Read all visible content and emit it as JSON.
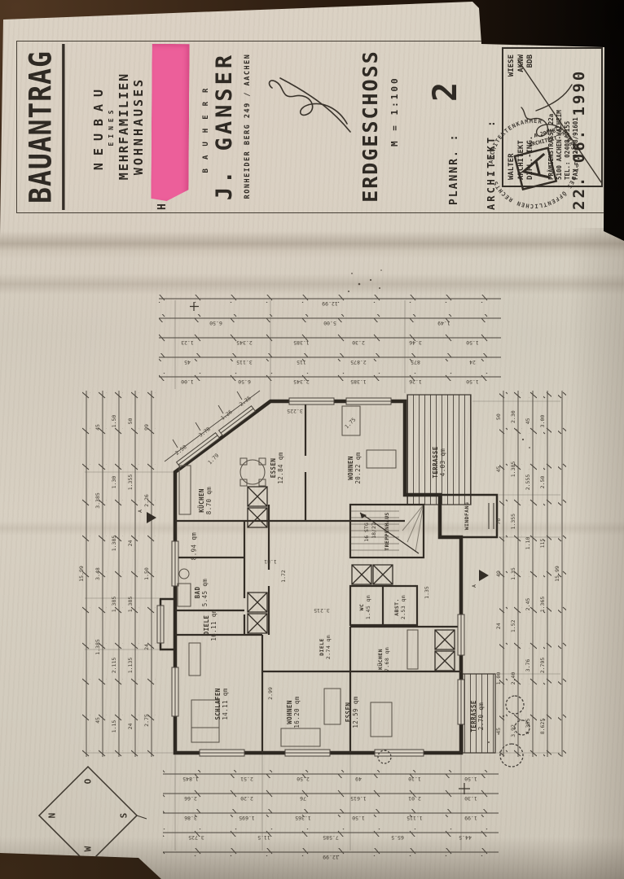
{
  "photo": {
    "background": "#120d09",
    "paper": "#d7d0c2",
    "ink": "#2f2a24",
    "redaction_pink": "#ec5f9a"
  },
  "title_block": {
    "title": "BAUANTRAG",
    "project": {
      "l1": "NEUBAU",
      "l2": "EINES",
      "l3": "MEHRFAMILIEN",
      "l4": "WOHNHAUSES",
      "l5_prefix": "H"
    },
    "client": {
      "label": "BAUHERR",
      "name": "J. GANSER",
      "address": "RONHEIDER BERG 249 / AACHEN"
    },
    "plan_name": "ERDGESCHOSS",
    "scale": "M = 1:100",
    "plannr_label": "PLANNR. :",
    "plannr_value": "2",
    "architect_label": "ARCHITEKT :",
    "architect": {
      "r1l": "WALTER",
      "r1r": "WIESE",
      "r2l": "ARCHITEKT",
      "r2r": "AKNW",
      "r3l": "DIPL.-ING.",
      "r3r": "BDB",
      "street": "PRÄMIENSTRASSE 22a",
      "city": "5100 AACHEN-WALHEIM",
      "tel": "TEL.: 02408/9155",
      "fax": "FAX.: 02408/91601"
    },
    "stamp": {
      "ring": "ARCHITEKTENKAMMER · KÖRPERSCHAFT DES ÖFFENTLICHEN RECHTS ·",
      "inner1": "ARCHITEKT",
      "inner2": "A 20328"
    },
    "date": "22. 06. 1990"
  },
  "compass": {
    "n": "N",
    "e": "O",
    "s": "S",
    "w": "W"
  },
  "plan": {
    "rooms": [
      {
        "name": "SCHLAFEN",
        "area": "14.11 qm"
      },
      {
        "name": "WOHNEN",
        "area": "16.20 qm"
      },
      {
        "name": "ESSEN",
        "area": "12.59 qm"
      },
      {
        "name": "TERRASSE",
        "area": "2.70 qm"
      },
      {
        "name": "DIELE",
        "area": "16.11 qm"
      },
      {
        "name": "BAD",
        "area": "5.45 qm"
      },
      {
        "name": "",
        "area": "8.94 qm"
      },
      {
        "name": "KÜCHEN",
        "area": "8.70 qm"
      },
      {
        "name": "ESSEN",
        "area": "12.84 qm"
      },
      {
        "name": "WOHNEN",
        "area": "20.22 qm"
      },
      {
        "name": "TERRASSE",
        "area": "4.03 qm"
      },
      {
        "name": "DIELE",
        "area": "2.74 qm"
      },
      {
        "name": "KÜCHEN",
        "area": "7.68 qm"
      },
      {
        "name": "WC",
        "area": "1.45 qm"
      },
      {
        "name": "ABST.",
        "area": "2.53 qm"
      },
      {
        "name": "TREPPENHAUS",
        "area": ""
      },
      {
        "name": "WINDFANG",
        "area": ""
      }
    ],
    "stair": "16 STG.",
    "stair2": "18/27",
    "section": "A"
  },
  "dims": {
    "top": [
      [
        "15.99"
      ],
      [
        "45",
        "1.385",
        "3.48",
        "3.385",
        "45"
      ],
      [
        "1.15",
        "2.115",
        "1.385",
        "1.385",
        "1.30",
        "1.50"
      ],
      [
        "24",
        "1.135",
        "1.385",
        "24",
        "1.355",
        "50"
      ],
      [
        "2.75",
        "24",
        "1.50",
        "2.26",
        "99"
      ]
    ],
    "bottom": [
      [
        "45",
        "1.00",
        "24",
        "49",
        "76",
        "45",
        "50"
      ],
      [
        "3.92",
        "2.40",
        "1.52",
        "1.35",
        "1.355",
        "1.385",
        "2.30"
      ],
      [
        "4.365",
        "3.76",
        "2.45",
        "1.10",
        "2.555",
        "45"
      ],
      [
        "8.625",
        "2.795",
        "1.365",
        "115",
        "2.50",
        "3.00"
      ],
      [
        "15.99"
      ]
    ],
    "left": [
      [
        "12.99"
      ],
      [
        "3.725",
        "11.5",
        "7.585",
        "65.5",
        "44.5"
      ],
      [
        "3.86",
        "1.695",
        "1.365",
        "1.50",
        "1.115",
        "1.99"
      ],
      [
        "2.66",
        "2.20",
        "76",
        "1.615",
        "2.01",
        "1.30"
      ],
      [
        "1.845",
        "2.51",
        "2.50",
        "49",
        "1.10",
        "1.50"
      ]
    ],
    "right": [
      [
        "1.00",
        "6.50",
        "2.345",
        "1.385",
        "1.26",
        "1.50"
      ],
      [
        "45",
        "3.115",
        "115",
        "2.875",
        "875",
        "24"
      ],
      [
        "1.23",
        "2.345",
        "1.385",
        "2.30",
        "3.46",
        "1.50"
      ],
      [
        "6.50",
        "5.00",
        "1.49"
      ],
      [
        "12.99"
      ]
    ],
    "diag": [
      "2.50",
      "3.78",
      "1.26",
      "2.35"
    ],
    "inner": [
      "1.79",
      "1.75",
      "3.215",
      "1.72",
      "3.225",
      "2.99",
      "1.35",
      "1.81"
    ]
  }
}
